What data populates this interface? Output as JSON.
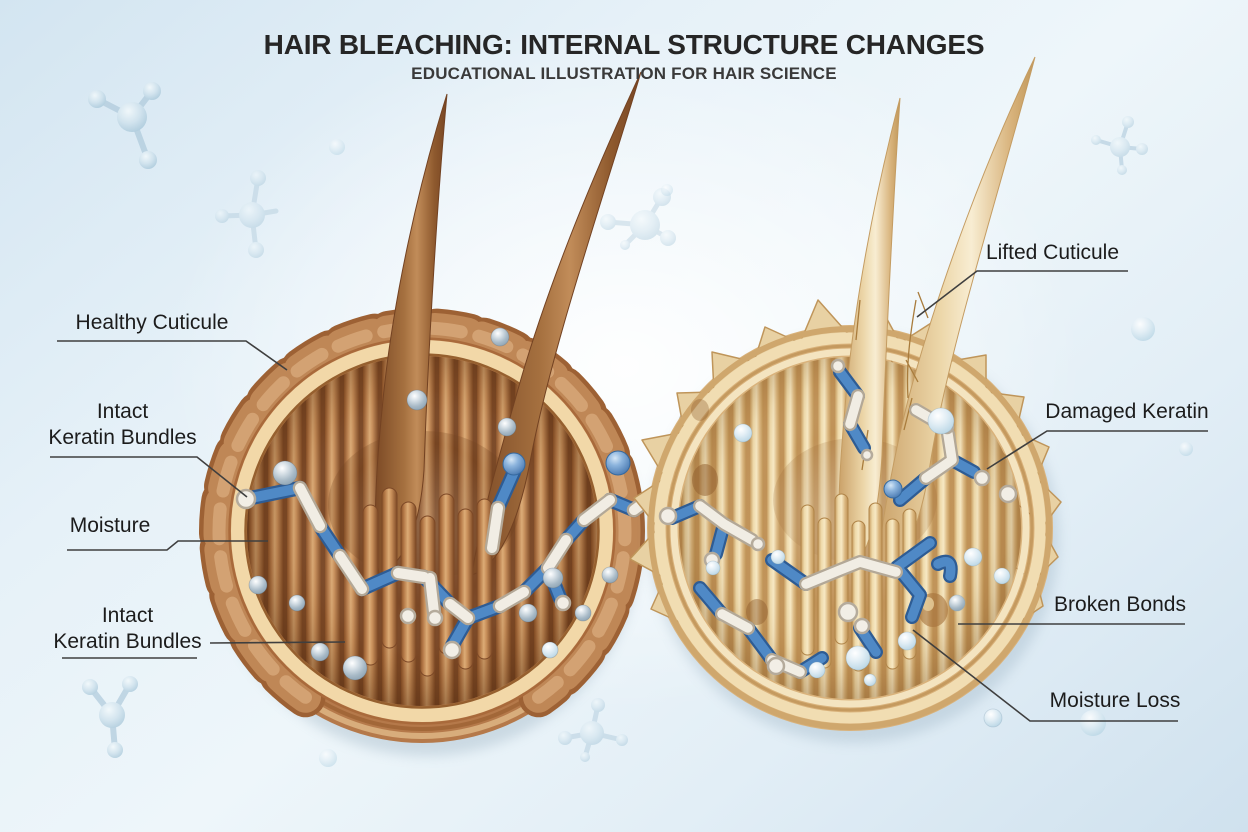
{
  "header": {
    "title": "HAIR BLEACHING: INTERNAL STRUCTURE CHANGES",
    "subtitle": "EDUCATIONAL ILLUSTRATION FOR HAIR SCIENCE"
  },
  "left_panel": {
    "labels": {
      "healthy_cuticle": "Healthy Cuticule",
      "intact_keratin_upper": {
        "line1": "Intact",
        "line2": "Keratin Bundles"
      },
      "moisture": "Moisture",
      "intact_keratin_lower": {
        "line1": "Intact",
        "line2": "Keratin Bundles"
      }
    }
  },
  "right_panel": {
    "labels": {
      "lifted_cuticle": "Lifted Cuticule",
      "damaged_keratin": "Damaged Keratin",
      "broken_bonds": "Broken Bonds",
      "moisture_loss": "Moisture Loss"
    }
  },
  "colors": {
    "background_blue": "#dcebf4",
    "healthy_hair_brown": "#a5703f",
    "healthy_cuticle_brown": "#bf8756",
    "bleached_hair_tan": "#ecd6a8",
    "bond_blue": "#4f89c6",
    "bond_white": "#f1ede4",
    "moisture_sphere_gray": "#9fb2c2",
    "molecule_blue": "#c2d9e8",
    "label_text": "#1c1c1c"
  }
}
